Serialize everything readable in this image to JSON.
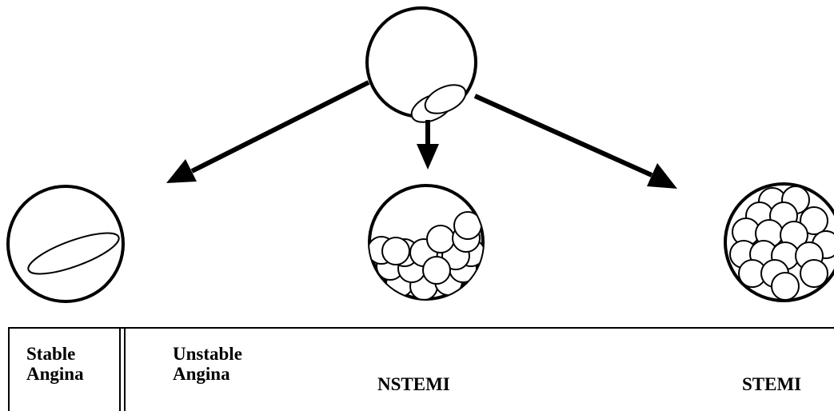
{
  "labels": {
    "stable_line1": "Stable",
    "stable_line2": "Angina",
    "unstable_line1": "Unstable",
    "unstable_line2": "Angina",
    "nstemi": "NSTEMI",
    "stemi": "STEMI"
  },
  "colors": {
    "stroke": "#000000",
    "background": "#ffffff"
  }
}
